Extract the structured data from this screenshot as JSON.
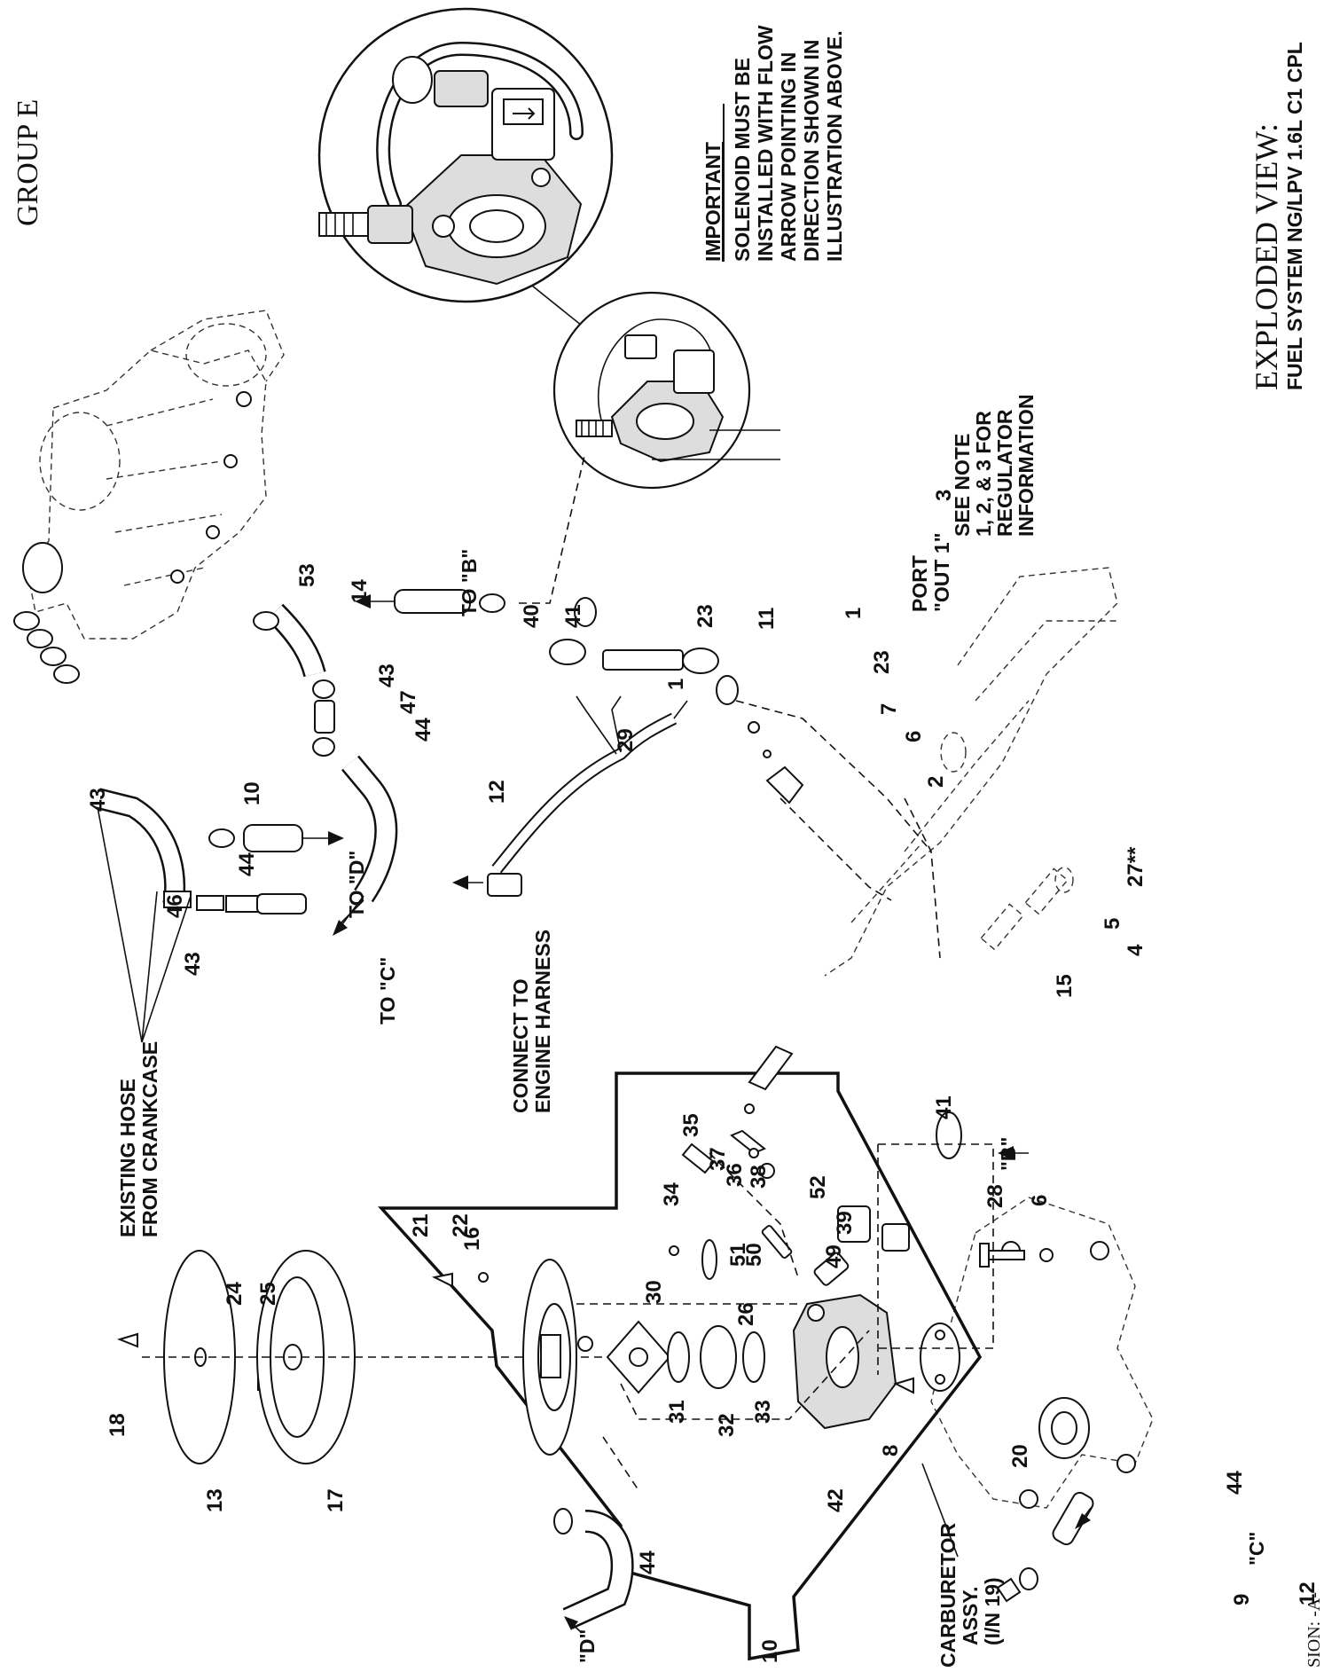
{
  "header": {
    "group": "GROUP E",
    "view_title": "EXPLODED VIEW:",
    "view_subtitle": "FUEL SYSTEM NG/LPV 1.6L C1 CPL",
    "revision": "SION: -A-"
  },
  "important_note": {
    "heading": "IMPORTANT",
    "lines": [
      "SOLENOID MUST BE",
      "INSTALLED WITH FLOW",
      "ARROW POINTING IN",
      "DIRECTION SHOWN IN",
      "ILLUSTRATION ABOVE."
    ]
  },
  "callouts": {
    "regulator_note": [
      "SEE NOTE",
      "1, 2, & 3 FOR",
      "REGULATOR",
      "INFORMATION"
    ],
    "port": [
      "PORT",
      "\"OUT 1\""
    ],
    "existing_hose": [
      "EXISTING HOSE",
      "FROM CRANKCASE"
    ],
    "engine_harness": [
      "CONNECT TO",
      "ENGINE HARNESS"
    ],
    "carburetor": [
      "CARBURETOR",
      "ASSY.",
      "(I/N 19)"
    ],
    "to_b": "TO \"B\"",
    "to_c": "TO \"C\"",
    "to_d": "TO \"D\"",
    "ref_b": "\"B\"",
    "ref_c": "\"C\"",
    "ref_d": "\"D\""
  },
  "part_numbers": {
    "p1a": "1",
    "p1b": "1",
    "p2": "2",
    "p3": "3",
    "p4": "4",
    "p5": "5",
    "p6a": "6",
    "p6b": "6",
    "p7": "7",
    "p8": "8",
    "p9": "9",
    "p10a": "10",
    "p10b": "10",
    "p11": "11",
    "p12a": "12",
    "p12b": "12",
    "p13": "13",
    "p14": "14",
    "p15": "15",
    "p16": "16",
    "p17": "17",
    "p18": "18",
    "p20": "20",
    "p21": "21",
    "p22": "22",
    "p23a": "23",
    "p23b": "23",
    "p24": "24",
    "p25": "25",
    "p26": "26",
    "p27": "27**",
    "p28": "28",
    "p29": "29",
    "p30": "30",
    "p31": "31",
    "p32": "32",
    "p33": "33",
    "p34": "34",
    "p35": "35",
    "p36": "36",
    "p37": "37",
    "p38": "38",
    "p39": "39",
    "p40": "40",
    "p41a": "41",
    "p41b": "41",
    "p42": "42",
    "p43a": "43",
    "p43b": "43",
    "p43c": "43",
    "p44a": "44",
    "p44b": "44",
    "p44c": "44",
    "p44d": "44",
    "p46": "46",
    "p47": "47",
    "p49": "49",
    "p50": "50",
    "p51": "51",
    "p52": "52",
    "p53": "53"
  }
}
